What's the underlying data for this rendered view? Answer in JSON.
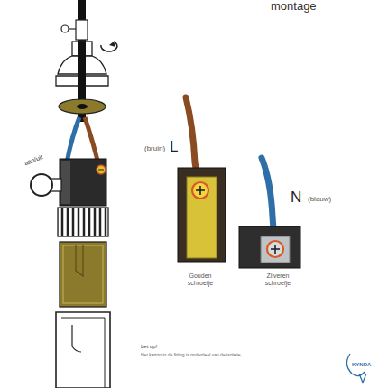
{
  "diagram": {
    "title": "montage",
    "labels": [
      "aan/uit",
      "(bruin)",
      "L",
      "N",
      "(blauw)",
      "Gouden schroefje",
      "Zilveren schroefje",
      "Let op!",
      "Het karton in de fitting is onderdeel van de isolatie,",
      "KYNDA"
    ]
  }
}
